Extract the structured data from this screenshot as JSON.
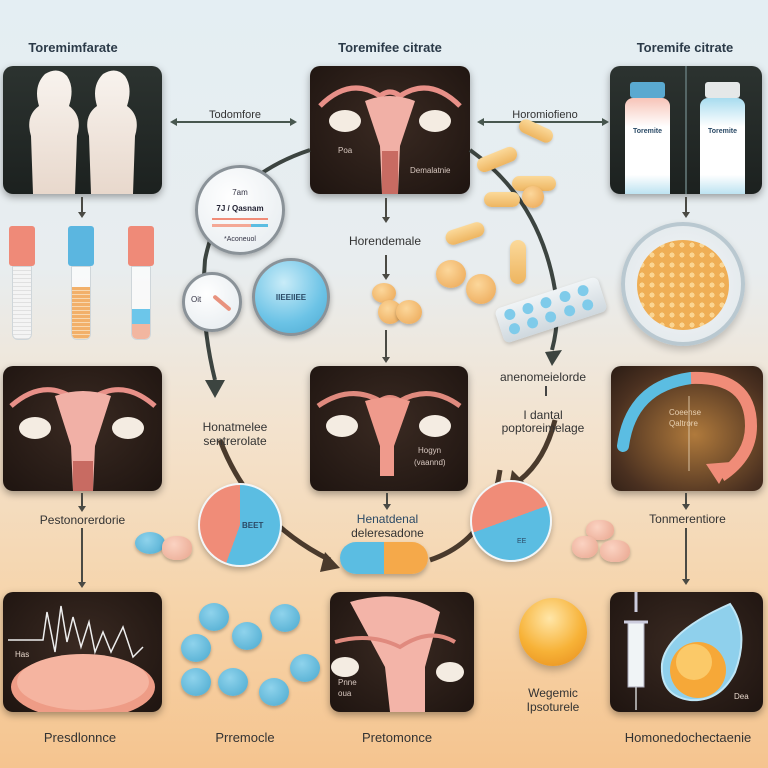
{
  "titles": {
    "left": "Toremimfarate",
    "center": "Toremifee citrate",
    "right": "Toremife citrate"
  },
  "connectors": {
    "top_left_arrow": "Todomfore",
    "top_right_arrow": "Horomiofieno"
  },
  "panels": {
    "silhouettes": {
      "name": "female-silhouettes"
    },
    "uterus_top": {
      "left_label": "Poa",
      "right_label": "Demalatnie"
    },
    "bottles": {
      "left_label": "Toremite",
      "right_label": "Toremite"
    },
    "uterus_mid_left": {
      "name": "uterus"
    },
    "uterus_mid_center": {
      "label_line1": "Hogyn",
      "label_line2": "(vaannd)"
    },
    "cycle_arrow": {
      "line1": "Coeense",
      "line2": "Qaltrore"
    },
    "tissue_chart": {
      "label": "Has"
    },
    "uterus_bottom": {
      "line1": "Pnne",
      "line2": "oua"
    },
    "syringe_drop": {
      "label": "Dea"
    }
  },
  "lenses": {
    "large": {
      "line1": "7am",
      "line2": "7J / Qasnam",
      "line3": "*Aconeuol"
    },
    "small_clock": {
      "label": "Oit"
    },
    "blue": {
      "label": "IIEEIIEE"
    }
  },
  "flow_labels": {
    "center_top": "Horendemale",
    "left_mid_line1": "Honatmelee",
    "left_mid_line2": "sentrerolate",
    "right_mid_top": "anenomeielorde",
    "right_mid_line1": "I dantal",
    "right_mid_line2": "poptoreimelage",
    "left_lower": "Pestonorerdorie",
    "center_lower_line1": "Henatdenal",
    "center_lower_line2": "deleresadone",
    "right_lower": "Tonmerentiore",
    "left_pie": "BEET",
    "right_pie": "EE"
  },
  "bottom_labels": {
    "col1": "Presdlonnce",
    "col2": "Prremocle",
    "col3": "Pretomonce",
    "col4_line1": "Wegemic",
    "col4_line2": "Ipsoturele",
    "col5": "Homonedochectaenie"
  },
  "colors": {
    "bg_top": "#e4eef3",
    "bg_bottom": "#f5c48f",
    "panel_dark": "#1e1410",
    "salmon": "#f08c78",
    "sky_blue": "#5bbde2",
    "pill_yellow": "#f2c071",
    "arrow": "#4a4a44"
  }
}
